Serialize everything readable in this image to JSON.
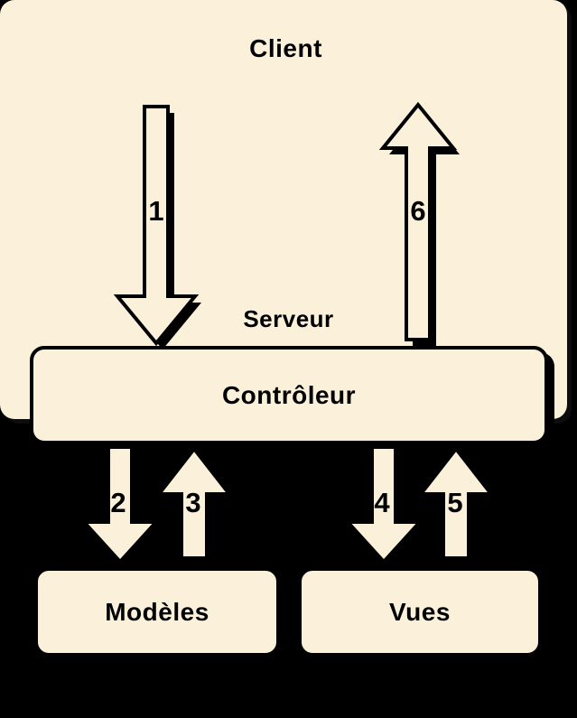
{
  "diagram": {
    "colors": {
      "background": "#000000",
      "box_fill": "#FBF0D9",
      "outline_and_shadow": "#000000",
      "text": "#000000"
    },
    "nodes": {
      "client": {
        "label": "Client"
      },
      "server_group": {
        "label": "Serveur"
      },
      "controller": {
        "label": "Contrôleur"
      },
      "models": {
        "label": "Modèles"
      },
      "views": {
        "label": "Vues"
      }
    },
    "arrows": [
      {
        "label": "1",
        "direction": "down",
        "from": "client",
        "to": "controller"
      },
      {
        "label": "2",
        "direction": "down",
        "from": "controller",
        "to": "models"
      },
      {
        "label": "3",
        "direction": "up",
        "from": "models",
        "to": "controller"
      },
      {
        "label": "4",
        "direction": "down",
        "from": "controller",
        "to": "views"
      },
      {
        "label": "5",
        "direction": "up",
        "from": "views",
        "to": "controller"
      },
      {
        "label": "6",
        "direction": "up",
        "from": "controller",
        "to": "client"
      }
    ]
  }
}
